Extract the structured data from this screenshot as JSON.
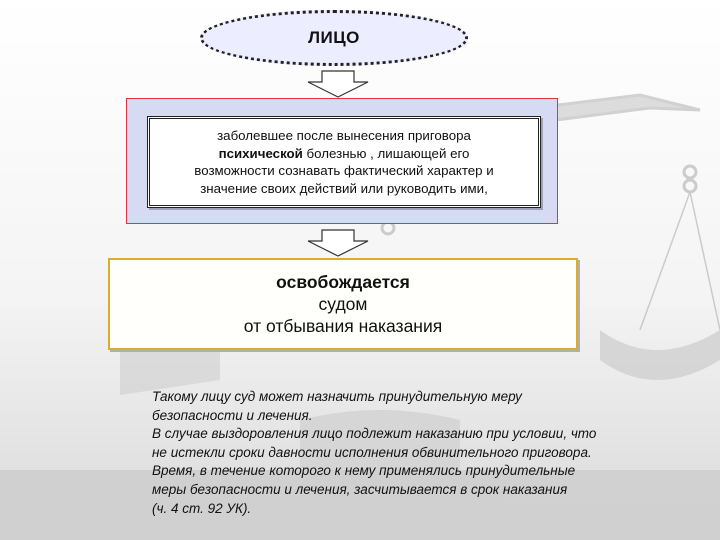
{
  "subject_label": "ЛИЦО",
  "condition": {
    "line1": "заболевшее после вынесения приговора",
    "line2_bold": "психической",
    "line2_rest": " болезнью , лишающей его",
    "line3": "возможности сознавать фактический характер и",
    "line4": "значение своих действий или руководить ими,"
  },
  "result": {
    "line1": "освобождается",
    "line2": "судом",
    "line3": "от отбывания наказания"
  },
  "note_lines": [
    "Такому лицу суд может назначить принудительную меру",
    "безопасности и лечения.",
    "В случае выздоровления лицо подлежит наказанию при условии, что",
    "не истекли сроки давности исполнения обвинительного приговора.",
    "Время, в течение которого к нему применялись принудительные",
    "меры безопасности и лечения, засчитывается в срок наказания",
    "(ч. 4 ст. 92 УК)."
  ],
  "colors": {
    "oval_fill": "#ecedff",
    "outer_box_fill": "#d6daf2",
    "outer_box_border": "#e0334a",
    "result_border": "#d8ae2c"
  }
}
